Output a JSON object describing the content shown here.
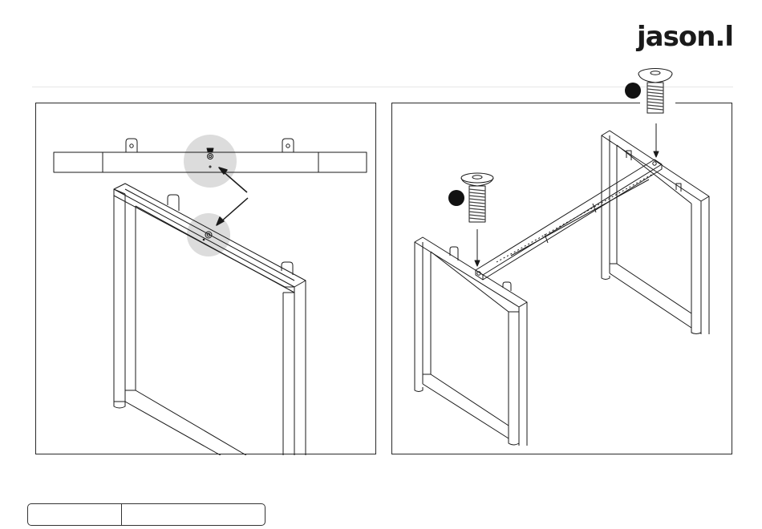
{
  "brand": {
    "logo_text": "jason.l"
  },
  "footer": {
    "left_text": "",
    "right_text": ""
  },
  "colors": {
    "line": "#1a1a1a",
    "highlight": "#dcdcdc",
    "marker": "#111111"
  },
  "steps": [
    {
      "panel": "left",
      "description_icons": [
        "frame-icon",
        "beam-icon",
        "screw-hole-icon"
      ]
    },
    {
      "panel": "right",
      "description_icons": [
        "bolt-icon",
        "frame-icon",
        "beam-icon"
      ]
    }
  ]
}
